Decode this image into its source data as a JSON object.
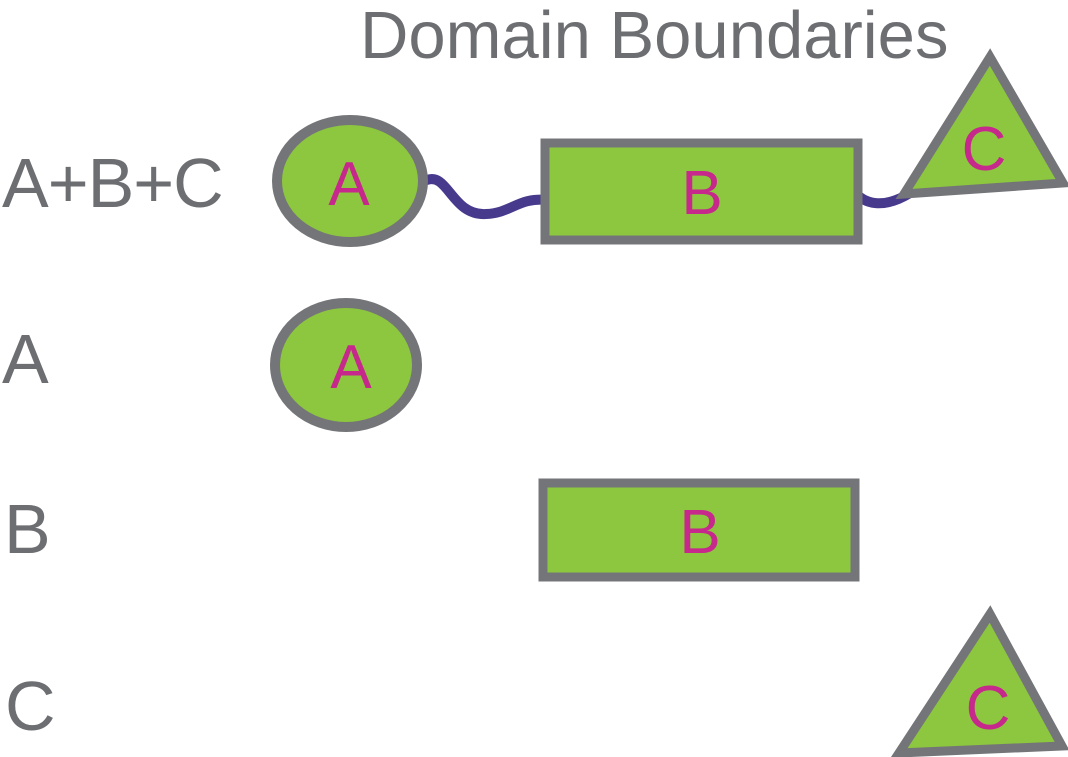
{
  "title": "Domain Boundaries",
  "colors": {
    "domain_fill": "#8DC63F",
    "domain_stroke": "#747578",
    "label_text": "#6D6E71",
    "domain_letter_text": "#C6288C",
    "linker_line": "#473A8D"
  },
  "rows": [
    {
      "label": "A+B+C",
      "ellipse_letter": "A",
      "rect_letter": "B",
      "triangle_letter": "C"
    },
    {
      "label": "A",
      "ellipse_letter": "A"
    },
    {
      "label": "B",
      "rect_letter": "B"
    },
    {
      "label": "C",
      "triangle_letter": "C"
    }
  ]
}
